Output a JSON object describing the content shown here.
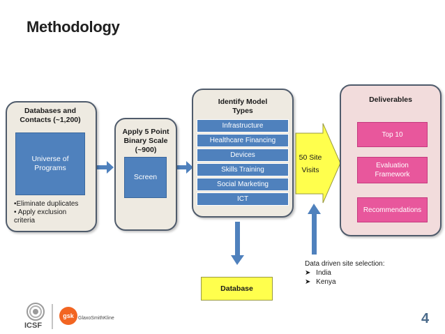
{
  "slide": {
    "title": "Methodology",
    "page_number": "4"
  },
  "databases": {
    "heading": "Databases and Contacts (~1,200)",
    "inner_box": "Universe of Programs",
    "notes": [
      "•Eliminate duplicates",
      "• Apply exclusion criteria"
    ]
  },
  "scale": {
    "heading": "Apply 5 Point Binary Scale (~900)",
    "inner_box": "Screen"
  },
  "models": {
    "heading": "Identify Model Types",
    "items": [
      "Infrastructure",
      "Healthcare Financing",
      "Devices",
      "Skills Training",
      "Social Marketing",
      "ICT"
    ]
  },
  "site_visits": {
    "label_line1": "50 Site",
    "label_line2": "Visits"
  },
  "deliverables": {
    "heading": "Deliverables",
    "items": [
      "Top 10",
      "Evaluation Framework",
      "Recommendations"
    ]
  },
  "database_box": "Database",
  "site_selection": {
    "heading": "Data driven site selection:",
    "items": [
      "India",
      "Kenya"
    ]
  },
  "logos": {
    "icsf": "ICSF",
    "gsk": "gsk",
    "gsk_name": "GlaxoSmithKline"
  },
  "colors": {
    "blue": "#4f81bd",
    "pink": "#e8579c",
    "yellow": "#ffff4d",
    "panel": "#eeeae1",
    "panel_pink": "#f2dcdc"
  }
}
